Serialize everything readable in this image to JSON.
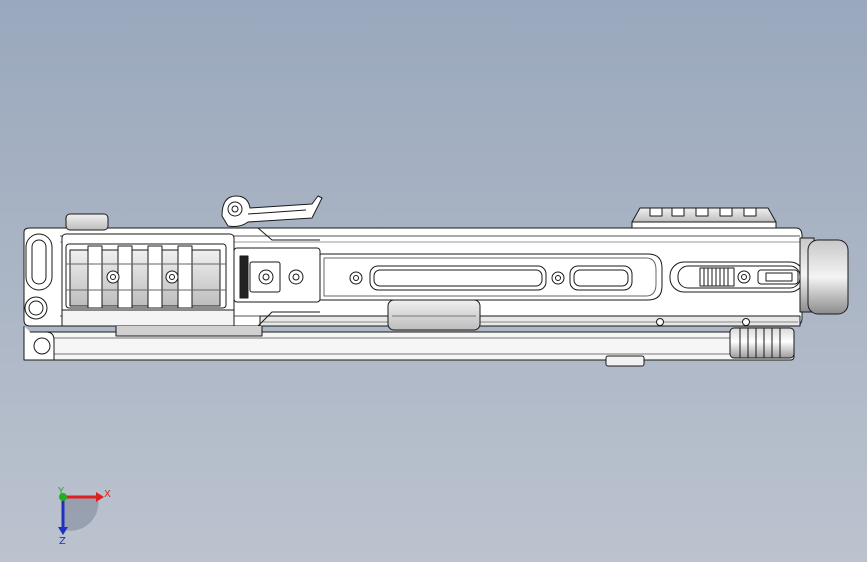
{
  "view": {
    "background_top": "#9aa8bd",
    "background_bottom": "#bcc3cf",
    "line_color": "#1a1a1a",
    "part_fill": "#ffffff"
  },
  "triad": {
    "x_label": "X",
    "y_label": "Y",
    "z_label": "Z",
    "x_color": "#e02020",
    "y_color": "#20b020",
    "z_color": "#2030c0"
  }
}
